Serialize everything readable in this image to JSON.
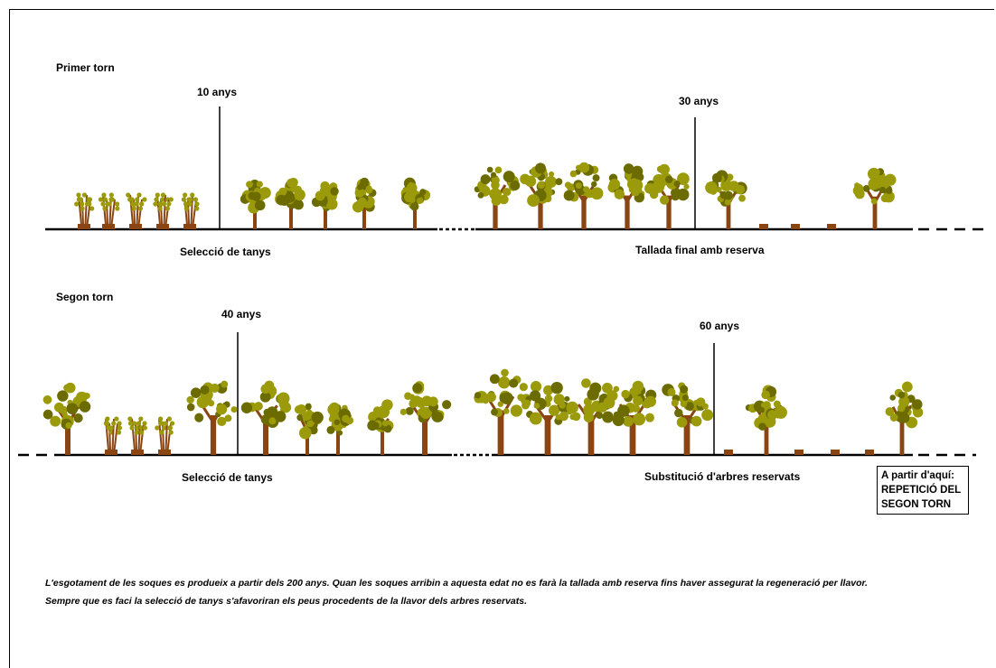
{
  "colors": {
    "trunk": "#8b4513",
    "foliage": "#9a9a0a",
    "foliage_dark": "#6b6b00",
    "line": "#000000"
  },
  "rows": [
    {
      "title": "Primer torn",
      "markers": [
        "10 anys",
        "30 anys"
      ],
      "phases": [
        "Selecció de tanys",
        "Tallada final amb reserva"
      ]
    },
    {
      "title": "Segon torn",
      "markers": [
        "40 anys",
        "60 anys"
      ],
      "phases": [
        "Selecció de tanys",
        "Substitució d'arbres reservats"
      ]
    }
  ],
  "repeat_box": {
    "line1": "A partir d'aquí:",
    "line2": "REPETICIÓ DEL",
    "line3": "SEGON TORN"
  },
  "notes": [
    "L'esgotament de les soques es produeix a partir dels 200 anys. Quan les soques arribin a aquesta edat no es farà la tallada amb reserva fins haver assegurat la regeneració per llavor.",
    "Sempre que es faci la selecció de tanys s'afavoriran els peus procedents de la llavor dels arbres reservats."
  ]
}
